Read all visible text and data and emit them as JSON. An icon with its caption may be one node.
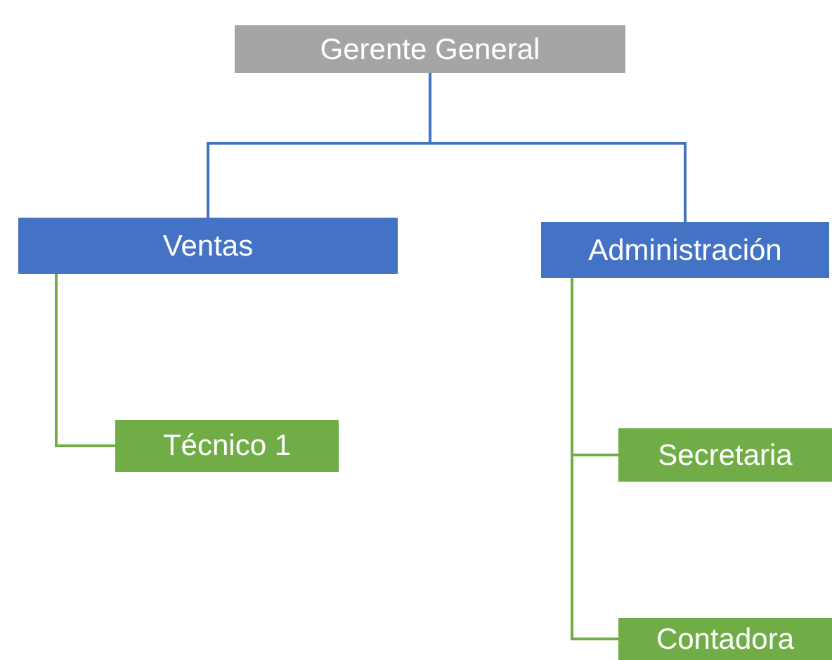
{
  "diagram": {
    "nodes": [
      {
        "text": [
          "Gerente General"
        ]
      },
      {
        "text": [
          "Ventas"
        ]
      },
      {
        "text": [
          "Administración"
        ]
      },
      {
        "text": [
          "Técnico 1"
        ]
      },
      {
        "text": [
          "Secretaria"
        ]
      },
      {
        "text": [
          "Contadora"
        ]
      }
    ],
    "edges": [
      {
        "from": 0,
        "to": 1,
        "arrow": "none",
        "color": "#4472c4"
      },
      {
        "from": 0,
        "to": 2,
        "arrow": "none",
        "color": "#4472c4"
      },
      {
        "from": 1,
        "to": 3,
        "arrow": "none"
      },
      {
        "from": 2,
        "to": 4,
        "arrow": "none"
      },
      {
        "from": 2,
        "to": 5,
        "arrow": "none"
      }
    ]
  }
}
